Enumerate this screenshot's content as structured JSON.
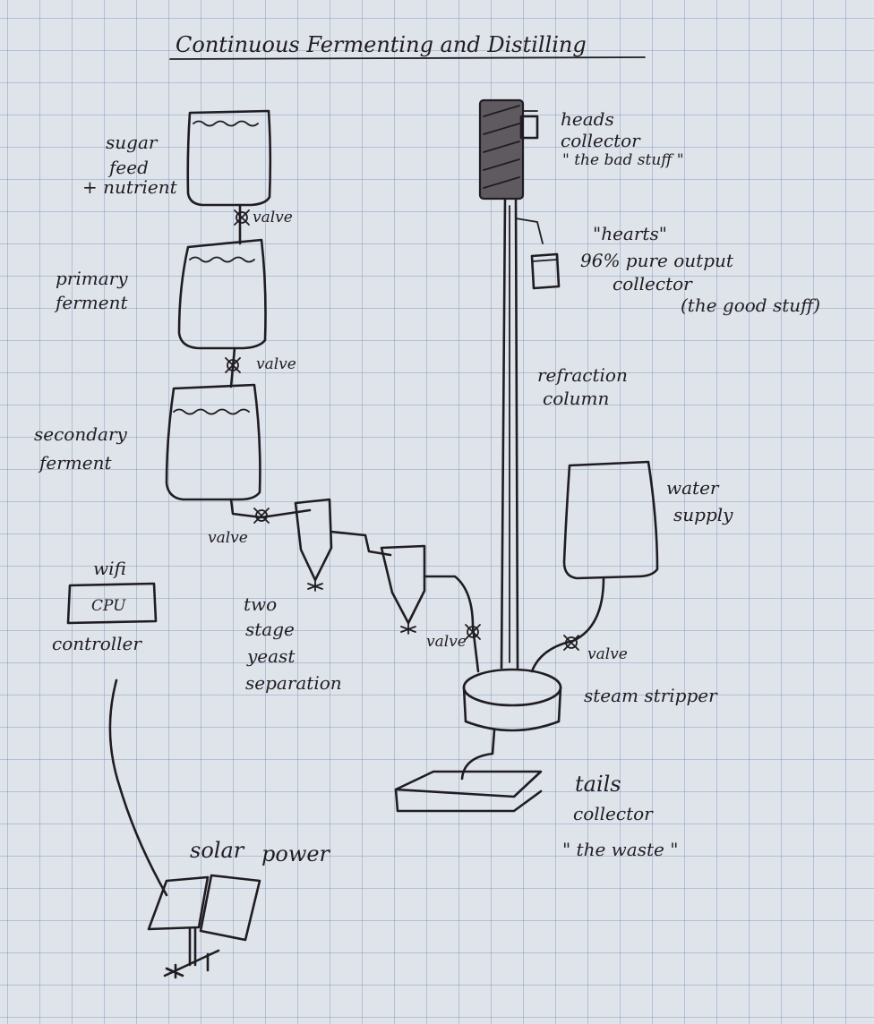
{
  "title": "Continuous Fermenting and Distilling",
  "labels": {
    "sugar_feed": [
      "sugar",
      "feed",
      "+ nutrient"
    ],
    "primary_ferment": [
      "primary",
      "ferment"
    ],
    "secondary_ferment": [
      "secondary",
      "ferment"
    ],
    "wifi": "wifi",
    "cpu": "CPU",
    "controller": "controller",
    "yeast_separation": [
      "two",
      "stage",
      "yeast",
      "separation"
    ],
    "solar_power": [
      "solar",
      "power"
    ],
    "heads_collector": [
      "heads",
      "collector",
      "\" the bad stuff \""
    ],
    "hearts_collector": [
      "\"hearts\"",
      "96% pure output",
      "collector",
      "(the good stuff)"
    ],
    "refraction_column": [
      "refraction",
      "column"
    ],
    "water_supply": [
      "water",
      "supply"
    ],
    "steam_stripper": "steam stripper",
    "tails_collector": [
      "tails",
      "collector",
      "\" the waste \""
    ]
  },
  "valves": {
    "valve_1": "valve",
    "valve_2": "valve",
    "valve_3": "valve",
    "valve_4": "valve",
    "valve_5": "valve"
  }
}
